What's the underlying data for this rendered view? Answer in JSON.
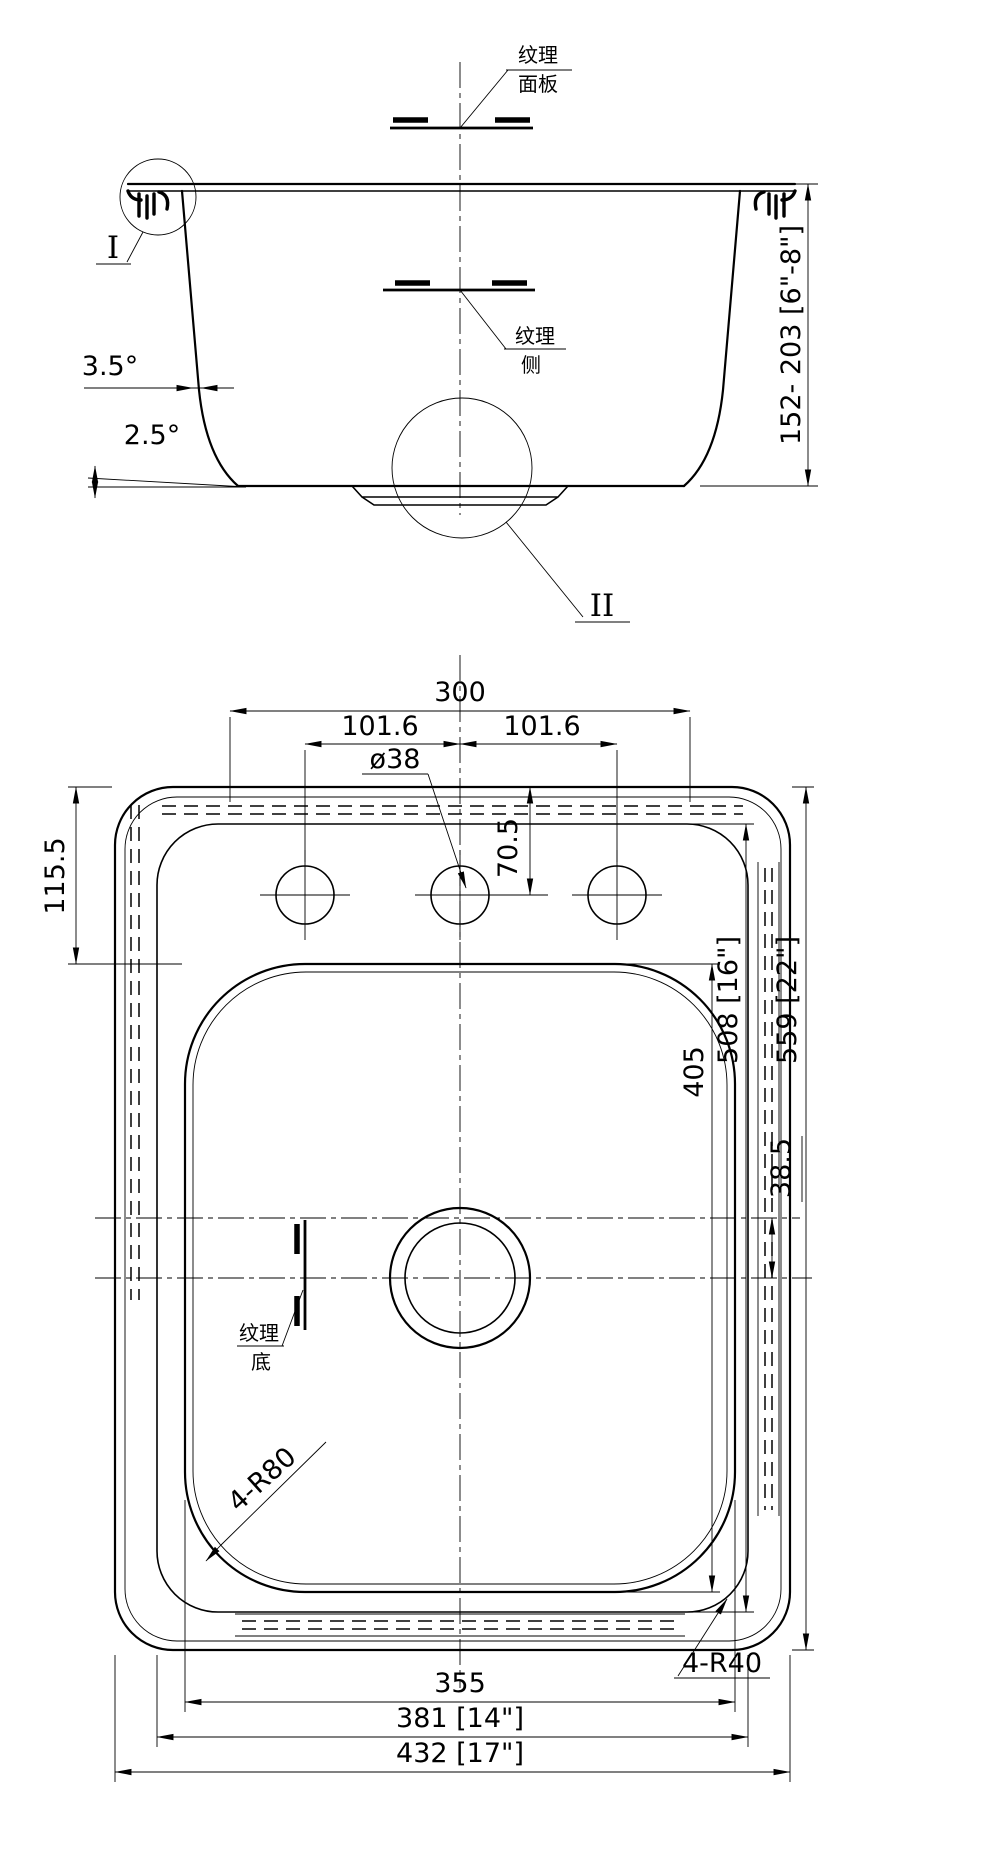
{
  "drawing": {
    "section_view": {
      "grain_panel_label_line1": "纹理",
      "grain_panel_label_line2": "面板",
      "grain_side_label_line1": "纹理",
      "grain_side_label_line2": "侧",
      "detail_marker_1": "I",
      "detail_marker_2": "II",
      "angle_top": "3.5°",
      "angle_bottom": "2.5°",
      "depth_dim": "152- 203 [6\"-8\"]"
    },
    "plan_view": {
      "grain_bottom_label_line1": "纹理",
      "grain_bottom_label_line2": "底",
      "dim_faucet_span": "300",
      "dim_hole_spacing_left": "101.6",
      "dim_hole_spacing_right": "101.6",
      "dim_hole_dia": "ø38",
      "dim_deck_top": "115.5",
      "dim_hole_offset": "70.5",
      "dim_drain_offset": "38.5",
      "dim_bowl_length": "405",
      "dim_cutout_length": "508 [16\"]",
      "dim_overall_length": "559 [22\"]",
      "dim_corner_bowl": "4-R80",
      "dim_corner_rim": "4-R40",
      "dim_bowl_width": "355",
      "dim_cutout_width": "381 [14\"]",
      "dim_overall_width": "432 [17\"]"
    },
    "line_color": "#000000",
    "background_color": "#ffffff"
  }
}
